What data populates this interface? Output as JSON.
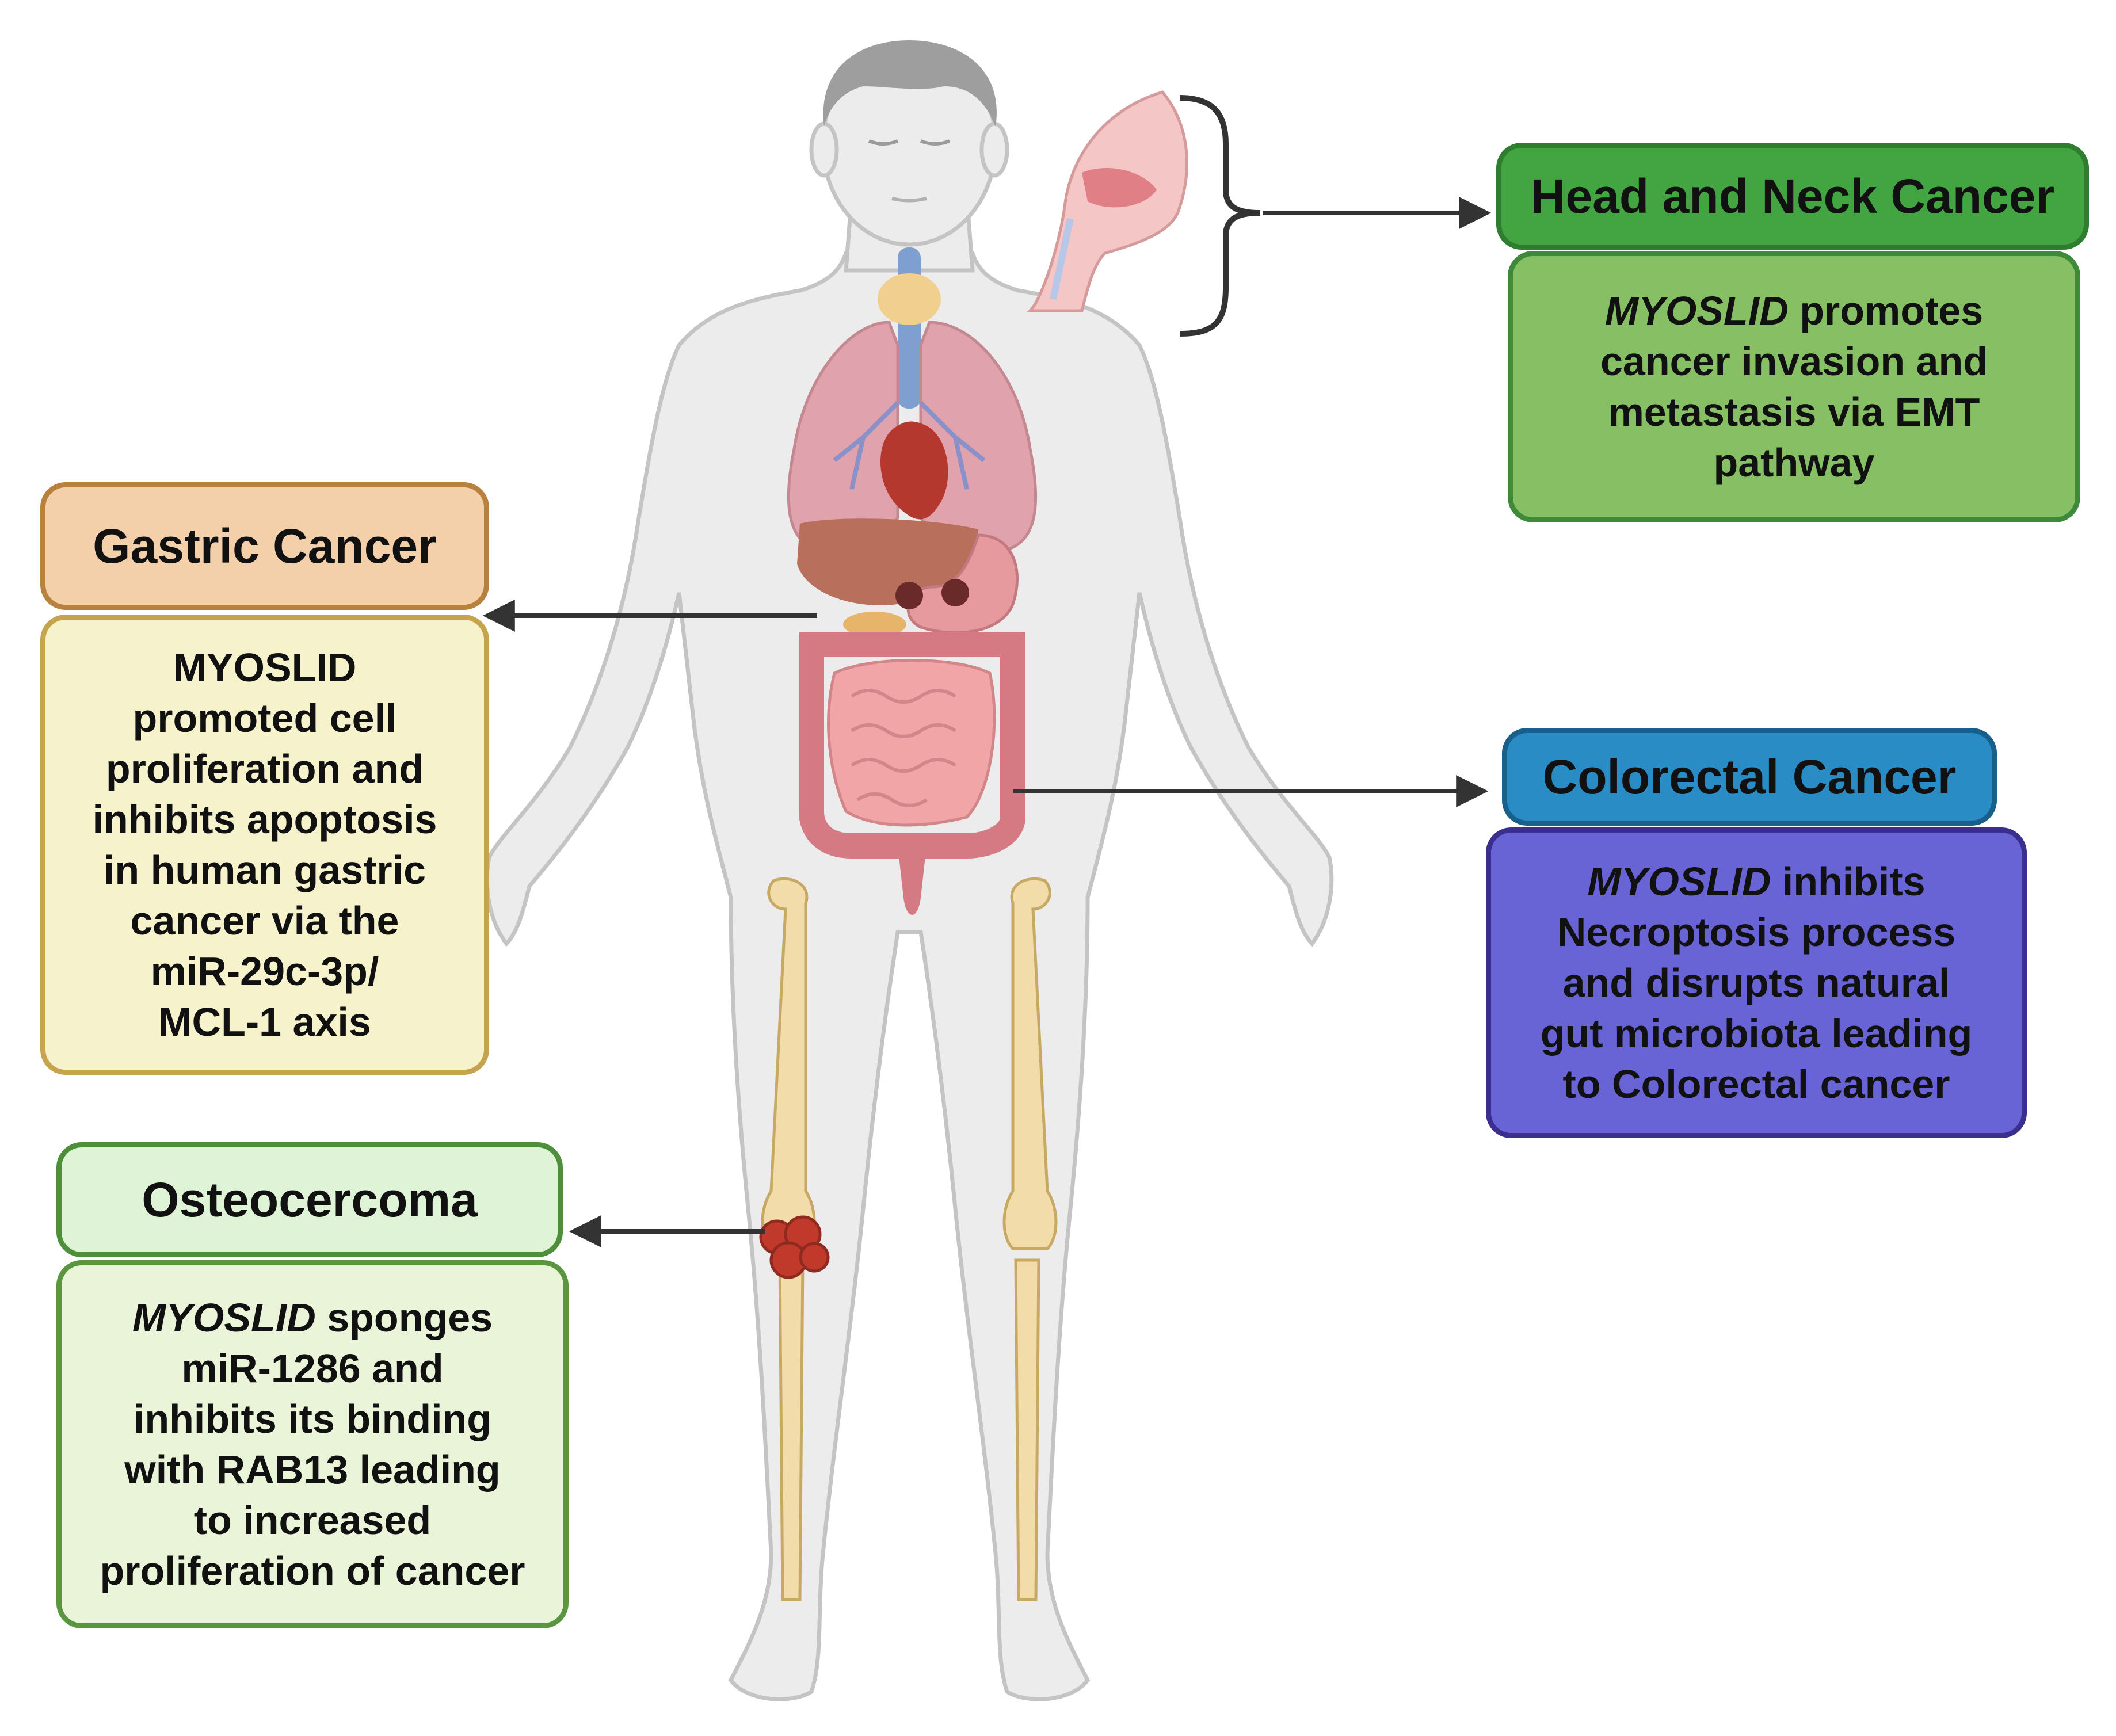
{
  "colors": {
    "head_neck_header_fill": "#42a542",
    "head_neck_header_border": "#2f7d2f",
    "head_neck_body_fill": "#86bf64",
    "head_neck_body_border": "#3f8a3a",
    "gastric_header_fill": "#f3cfaa",
    "gastric_header_border": "#b8823e",
    "gastric_body_fill": "#f6f2cc",
    "gastric_body_border": "#c6a34d",
    "colorectal_header_fill": "#2a8cc4",
    "colorectal_header_border": "#195f8c",
    "colorectal_body_fill": "#6964d6",
    "colorectal_body_border": "#3a2f8e",
    "osteo_header_fill": "#dff3d6",
    "osteo_header_border": "#4e8f3c",
    "osteo_body_fill": "#e9f4d8",
    "osteo_body_border": "#5a963f",
    "tumor": "#c0392b",
    "arrow": "#333333"
  },
  "callouts": {
    "head_neck": {
      "title": "Head and Neck Cancer",
      "gene": "MYOSLID",
      "line1_rest": " promotes",
      "line2": "cancer invasion and",
      "line3": "metastasis via EMT",
      "line4": "pathway"
    },
    "gastric": {
      "title": "Gastric Cancer",
      "line1": "MYOSLID",
      "line2": "promoted cell",
      "line3": "proliferation and",
      "line4": "inhibits apoptosis",
      "line5": "in human gastric",
      "line6": "cancer via the",
      "line7": "miR-29c-3p/",
      "line8": "MCL-1 axis"
    },
    "colorectal": {
      "title": "Colorectal Cancer",
      "gene": "MYOSLID",
      "line1_rest": " inhibits",
      "line2": "Necroptosis process",
      "line3": "and disrupts natural",
      "line4": "gut microbiota leading",
      "line5": "to Colorectal cancer"
    },
    "osteo": {
      "title": "Osteocercoma",
      "gene": "MYOSLID",
      "line1_rest": " sponges",
      "line2": "miR-1286 and",
      "line3": "inhibits its binding",
      "line4": "with RAB13 leading",
      "line5": "to increased",
      "line6": "proliferation of cancer"
    }
  }
}
